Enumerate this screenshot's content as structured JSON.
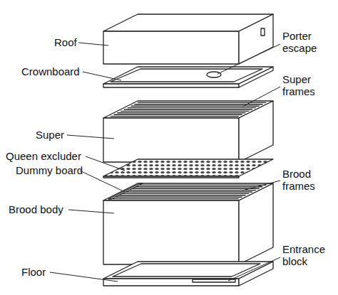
{
  "diagram": {
    "labels": [
      "Roof",
      "Porter escape",
      "Crownboard",
      "Super frames",
      "Super",
      "Queen excluder",
      "Brood frames",
      "Dummy board",
      "Brood body",
      "Entrance block",
      "Floor"
    ]
  }
}
